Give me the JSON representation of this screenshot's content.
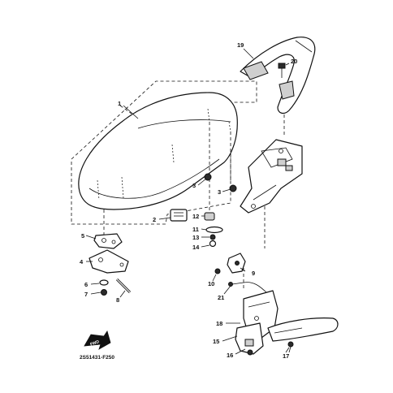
{
  "diagram": {
    "code": "2S51431-F250",
    "fwd_label": "FWD",
    "callouts": [
      "1",
      "2",
      "3",
      "3",
      "4",
      "5",
      "6",
      "7",
      "8",
      "9",
      "10",
      "11",
      "12",
      "13",
      "14",
      "15",
      "16",
      "17",
      "18",
      "19",
      "20",
      "21"
    ]
  }
}
